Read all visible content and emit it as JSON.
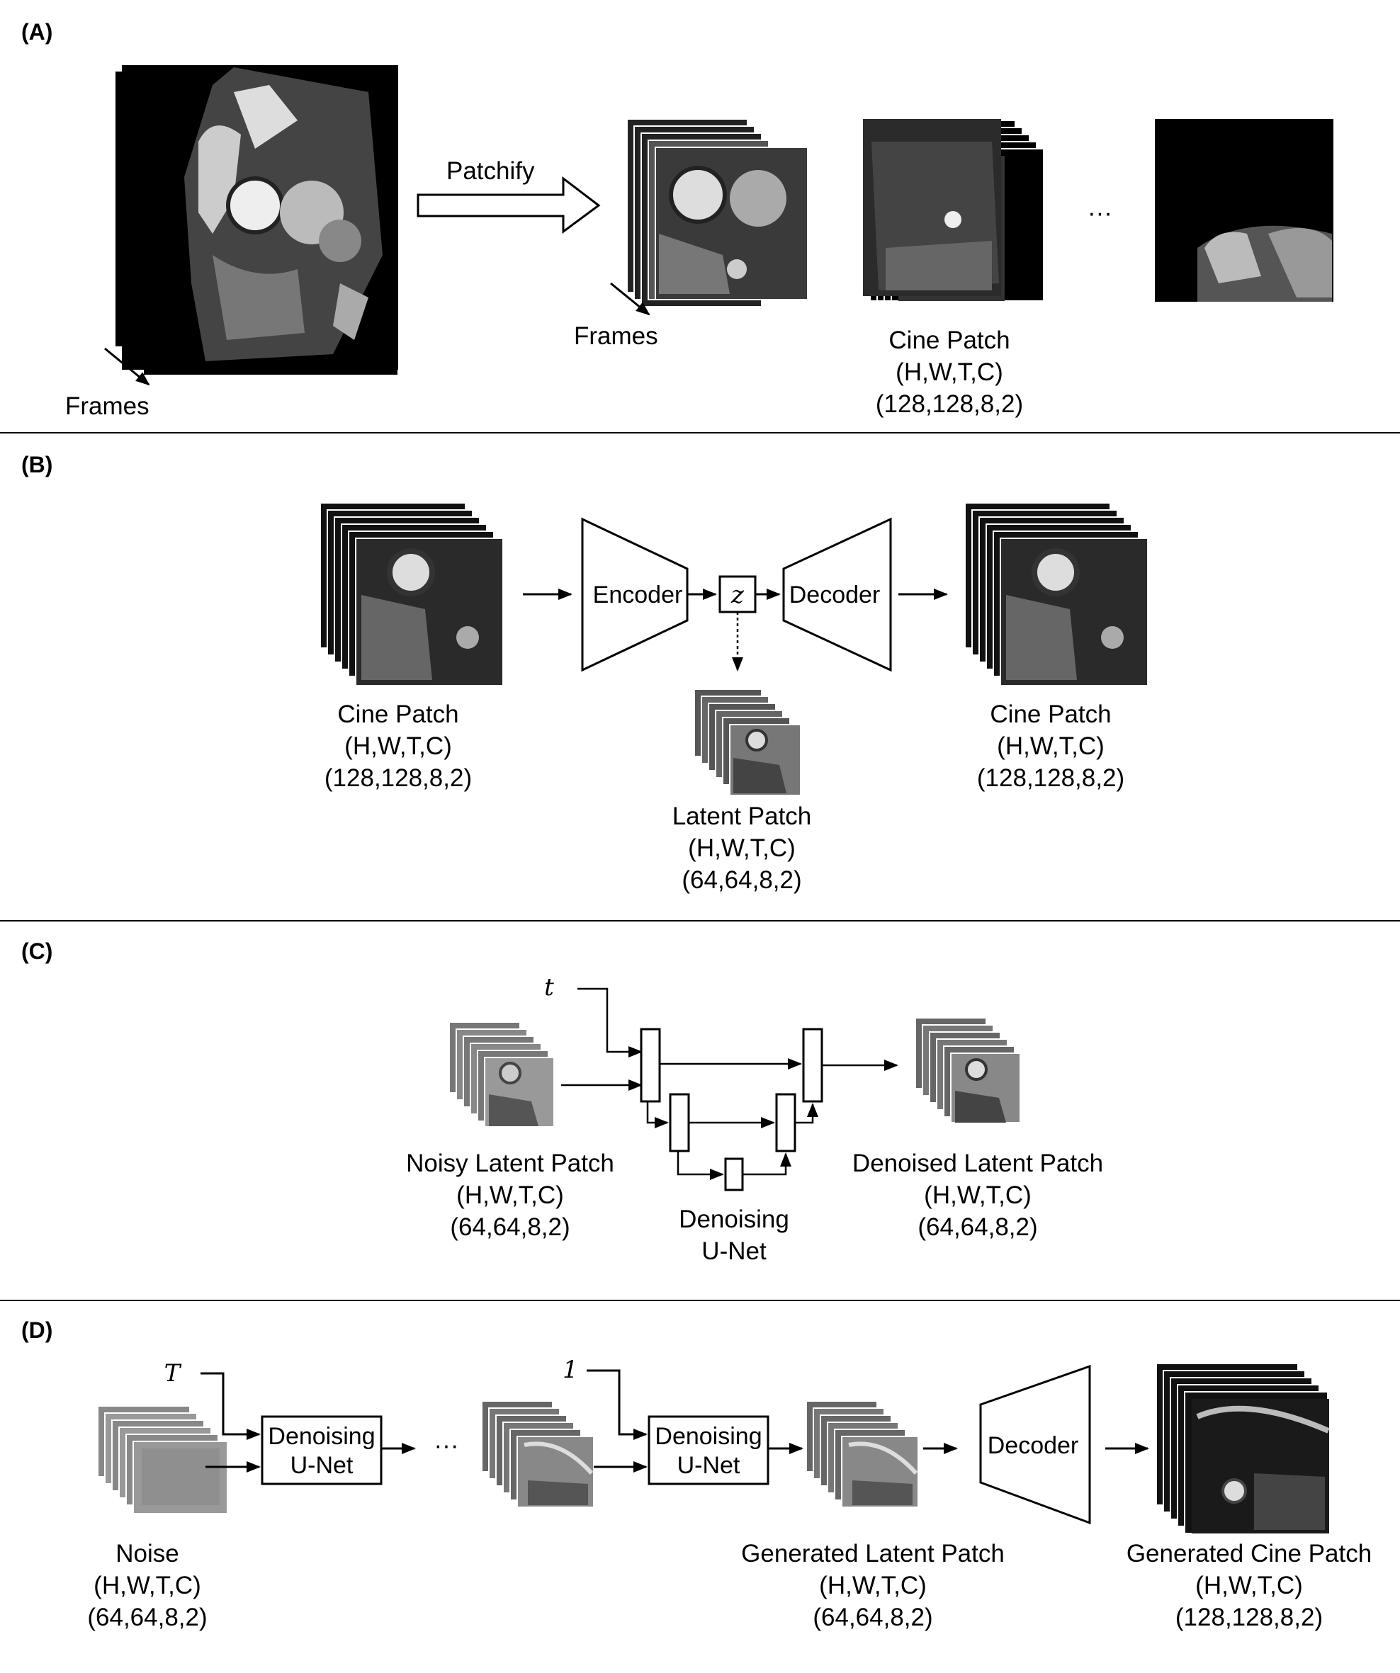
{
  "panels": {
    "a": {
      "tag": "(A)",
      "frames_left": "Frames",
      "patchify": "Patchify",
      "frames_mid": "Frames",
      "ellipsis": "···",
      "patch_name": "Cine Patch",
      "patch_dims": "(H,W,T,C)",
      "patch_shape": "(128,128,8,2)"
    },
    "b": {
      "tag": "(B)",
      "encoder": "Encoder",
      "latent_symbol": "z",
      "decoder": "Decoder",
      "input_name": "Cine Patch",
      "input_dims": "(H,W,T,C)",
      "input_shape": "(128,128,8,2)",
      "latent_name": "Latent Patch",
      "latent_dims": "(H,W,T,C)",
      "latent_shape": "(64,64,8,2)",
      "output_name": "Cine Patch",
      "output_dims": "(H,W,T,C)",
      "output_shape": "(128,128,8,2)"
    },
    "c": {
      "tag": "(C)",
      "time_symbol": "t",
      "noisy_name": "Noisy Latent Patch",
      "noisy_dims": "(H,W,T,C)",
      "noisy_shape": "(64,64,8,2)",
      "unet_line1": "Denoising",
      "unet_line2": "U-Net",
      "denoised_name": "Denoised Latent Patch",
      "denoised_dims": "(H,W,T,C)",
      "denoised_shape": "(64,64,8,2)"
    },
    "d": {
      "tag": "(D)",
      "time_start": "T",
      "time_end": "1",
      "unet1_line1": "Denoising",
      "unet1_line2": "U-Net",
      "ellipsis": "···",
      "unet2_line1": "Denoising",
      "unet2_line2": "U-Net",
      "decoder": "Decoder",
      "noise_name": "Noise",
      "noise_dims": "(H,W,T,C)",
      "noise_shape": "(64,64,8,2)",
      "gen_latent_name": "Generated Latent Patch",
      "gen_latent_dims": "(H,W,T,C)",
      "gen_latent_shape": "(64,64,8,2)",
      "gen_cine_name": "Generated Cine Patch",
      "gen_cine_dims": "(H,W,T,C)",
      "gen_cine_shape": "(128,128,8,2)"
    }
  }
}
